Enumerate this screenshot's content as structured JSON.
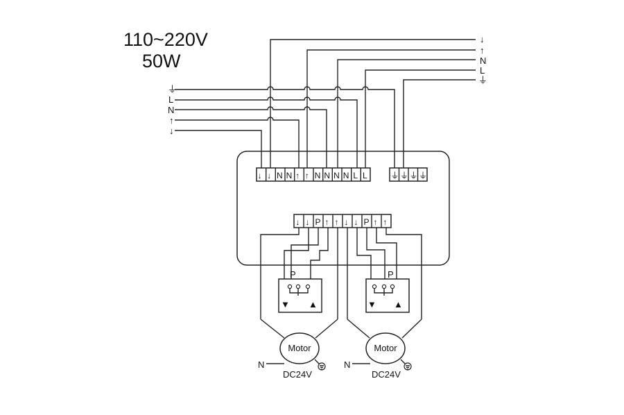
{
  "header": {
    "voltage": "110~220V",
    "power": "50W"
  },
  "supply_right": [
    "↓",
    "↑",
    "N",
    "L",
    "⏚"
  ],
  "supply_left": [
    "⏚",
    "L",
    "N",
    "↑",
    "↓"
  ],
  "top_terminals": [
    "↓",
    "↓",
    "N",
    "N",
    "↑",
    "↑",
    "N",
    "N",
    "N",
    "N",
    "L",
    "L"
  ],
  "ground_terminals": [
    "⏚",
    "⏚",
    "⏚",
    "⏚"
  ],
  "bottom_terminals": [
    "↓",
    "↓",
    "P",
    "↑",
    "↑",
    "↓",
    "↓",
    "P",
    "↑",
    "↑"
  ],
  "switches": [
    {
      "label": "P",
      "down_icon": "▼",
      "up_icon": "▲"
    },
    {
      "label": "P",
      "down_icon": "▼",
      "up_icon": "▲"
    }
  ],
  "motors": [
    {
      "label": "Motor",
      "neutral": "N",
      "supply": "DC24V",
      "ground_icon": "ground-symbol"
    },
    {
      "label": "Motor",
      "neutral": "N",
      "supply": "DC24V",
      "ground_icon": "ground-symbol"
    }
  ],
  "colors": {
    "line": "#222222",
    "background": "#ffffff"
  }
}
